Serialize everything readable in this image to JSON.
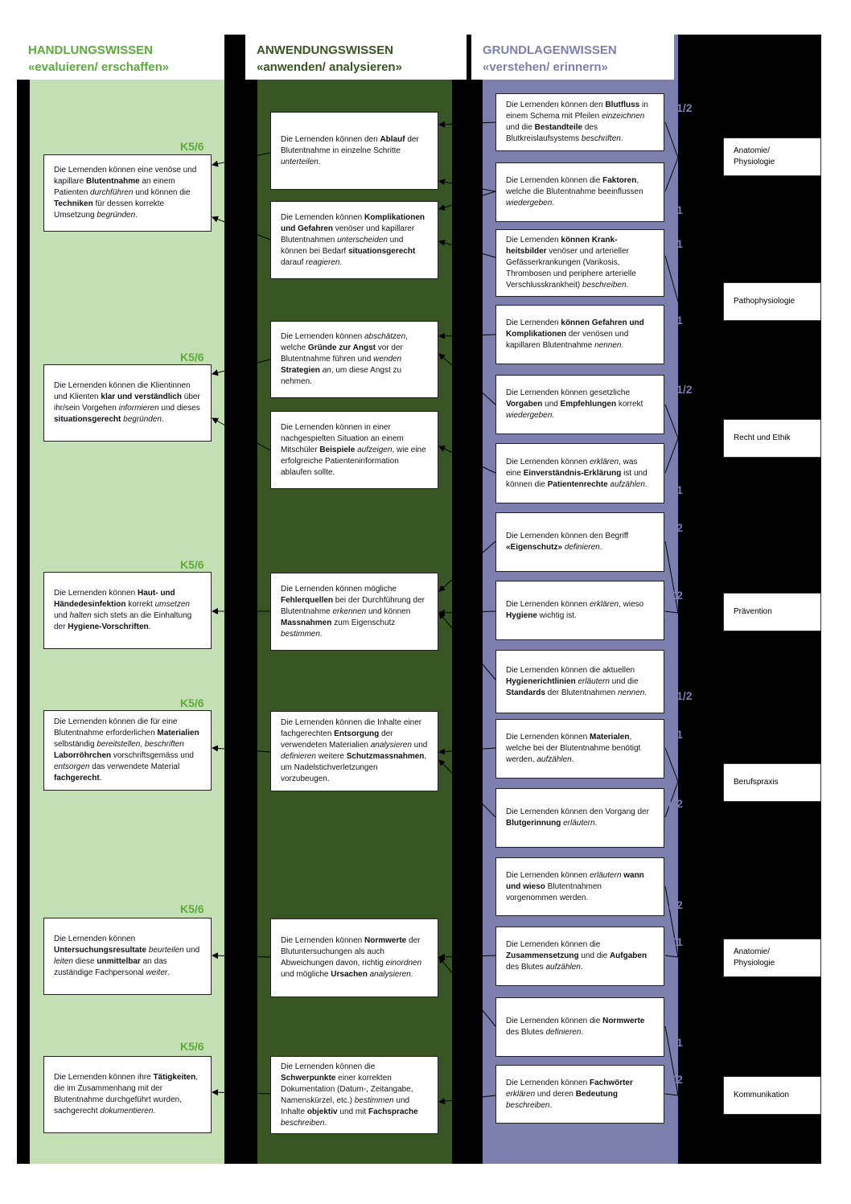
{
  "colors": {
    "handlung_bg": "#c5dfb4",
    "anwendung_bg": "#375623",
    "grundlagen_bg": "#7c7fae",
    "handlung_text": "#5aab3a",
    "anwendung_text": "#375623",
    "grundlagen_text": "#7c7fae"
  },
  "headers": {
    "handlung": {
      "title": "HANDLUNGSWISSEN",
      "subtitle": "«evaluieren/ erschaffen»"
    },
    "anwendung": {
      "title": "ANWENDUNGSWISSEN",
      "subtitle": "«anwenden/ analysieren»"
    },
    "grundlagen": {
      "title": "GRUNDLAGENWISSEN",
      "subtitle": "«verstehen/ erinnern»"
    }
  },
  "handlung": [
    {
      "k": "K5/6",
      "html": "Die Lernenden können eine venöse und kapillare <b>Blutentnahme</b> an einem Patienten <i>durchführen</i> und können die <b>Techniken</b> für dessen korrekte Umsetzung <i>begründen</i>."
    },
    {
      "k": "K5/6",
      "html": "Die Lernenden können die Klientinnen und Klienten <b>klar und verständlich</b> über ihr/sein Vorgehen <i>informieren</i> und dieses <b>situationsgerecht</b> <i>begründen</i>."
    },
    {
      "k": "K5/6",
      "html": "Die Lernenden können <b>Haut- und Händedesinfektion</b> korrekt <i>umsetzen</i> und <i>halten</i> sich stets an die Einhaltung der <b>Hygiene-Vorschriften</b>."
    },
    {
      "k": "K5/6",
      "html": "Die Lernenden können die für eine Blutentnahme erforderlichen <b>Materialien</b> selbständig <i>bereitstellen</i>, <i>beschriften</i> <b>Laborröhrchen</b> vorschriftsgemäss und <i>entsorgen</i> das verwendete Material <b>fachgerecht</b>."
    },
    {
      "k": "K5/6",
      "html": "Die Lernenden können <b>Untersuchungsresultate</b> <i>beurteilen</i> und <i>leiten</i> diese <b>unmittelbar</b> an das zuständige Fachpersonal <i>weiter</i>."
    },
    {
      "k": "K5/6",
      "html": "Die Lernenden können ihre <b>Tätigkeiten</b>, die im Zusammenhang mit der Blutentnahme durchgeführt wurden, sachgerecht <i>dokumentieren</i>."
    }
  ],
  "anwendung": [
    {
      "html": "Die Lernenden können den <b>Ablauf</b> der Blutentnahme in einzelne Schritte <i>unterteilen</i>."
    },
    {
      "html": "Die Lernenden können <b>Komplikationen und Gefahren</b> venöser und kapillarer Blutentnahmen <i>unterscheiden</i> und können bei Bedarf <b>situationsgerecht</b> darauf <i>reagieren</i>."
    },
    {
      "html": "Die Lernenden können <i>abschätzen</i>, welche <b>Gründe zur Angst</b> vor der Blutentnahme führen und <i>wenden</i> <b>Strategien</b> <i>an</i>, um diese Angst zu nehmen."
    },
    {
      "html": "Die Lernenden können in einer nachgespielten Situation an einem Mitschüler <b>Beispiele</b> <i>aufzeigen</i>, wie eine erfolgreiche Patienteninformation ablaufen sollte."
    },
    {
      "html": "Die Lernenden können mögliche <b>Fehlerquellen</b> bei der Durchführung der Blutentnahme <i>erkennen</i> und können <b>Massnahmen</b> zum Eigenschutz <i>bestimmen</i>."
    },
    {
      "html": "Die Lernenden können die Inhalte einer fachgerechten <b>Entsorgung</b> der verwendeten Materialien <i>analysieren</i> und <i>definieren</i> weitere <b>Schutzmassnahmen</b>, um Nadelstichverletzungen vorzubeugen."
    },
    {
      "html": "Die Lernenden können <b>Normwerte</b> der Blutuntersuchungen als auch Abweichungen davon, richtig <i>einordnen</i> und mögliche <b>Ursachen</b> <i>analysieren</i>."
    },
    {
      "html": "Die Lernenden können die <b>Schwerpunkte</b> einer korrekten Dokumentation (Datum-, Zeitangabe, Namenskürzel, etc.) <i>bestimmen</i> und Inhalte <b>objektiv</b> und mit <b>Fachsprache</b> <i>beschreiben</i>."
    }
  ],
  "grundlagen": [
    {
      "k": "K1/2",
      "html": "Die Lernenden können den <b>Blutfluss</b> in einem Schema mit Pfeilen <i>einzeichnen</i> und die <b>Bestandteile</b> des Blutkreislaufsystems <i>beschriften</i>."
    },
    {
      "k": "K1",
      "html": "Die Lernenden können die <b>Faktoren</b>, welche die Blutentnahme beeinflussen <i>wiedergeben</i>."
    },
    {
      "k": "K1",
      "html": "Die Lernenden <b>können Krank-heitsbilder</b> venöser und arterieller Gefässerkrankungen (Varikosis, Thrombosen und periphere arterielle Verschlusskrankheit) <i>beschreiben</i>."
    },
    {
      "k": "K1",
      "html": "Die Lernenden <b>können Gefahren und Komplikationen</b> der venösen und kapillaren Blutentnahme <i>nennen</i>."
    },
    {
      "k": "K1/2",
      "html": "Die Lernenden können gesetzliche <b>Vorgaben</b> und <b>Empfehlungen</b> korrekt <i>wiedergeben</i>."
    },
    {
      "k": "K1",
      "html": "Die Lernenden können <i>erklären</i>, was eine <b>Einverständnis-Erklärung</b> ist und können die <b>Patientenrechte</b> <i>aufzählen</i>."
    },
    {
      "k": "K2",
      "html": "Die Lernenden können den Begriff <b>«Eigenschutz»</b> <i>definieren</i>."
    },
    {
      "k": "K2",
      "html": "Die Lernenden können <i>erklären</i>, wieso <b>Hygiene</b> wichtig ist."
    },
    {
      "k": "K1/2",
      "html": "Die Lernenden können die aktuellen <b>Hygienerichtlinien</b> <i>erläutern</i> und die <b>Standards</b> der Blutentnahmen <i>nennen</i>."
    },
    {
      "k": "K1",
      "html": "Die Lernenden können <b>Materialen</b>, welche bei der Blutentnahme benötigt werden, <i>aufzählen</i>."
    },
    {
      "k": "K2",
      "html": "Die Lernenden können den Vorgang der <b>Blutgerinnung</b> <i>erläutern</i>."
    },
    {
      "k": "K2",
      "html": "Die Lernenden können <i>erläutern</i> <b>wann und wieso</b> Blutentnahmen vorgenommen werden."
    },
    {
      "k": "K1",
      "html": "Die Lernenden können die <b>Zusammensetzung</b> und die <b>Aufgaben</b> des Blutes <i>aufzählen</i>."
    },
    {
      "k": "K1",
      "html": "Die Lernenden können die <b>Normwerte</b> des Blutes <i>definieren</i>."
    },
    {
      "k": "K2",
      "html": "Die Lernenden können <b>Fachwörter</b> <i>erklären</i> und deren <b>Bedeutung</b> <i>beschreiben</i>."
    }
  ],
  "subjects": [
    "Anatomie/ Physiologie",
    "Pathophysiologie",
    "Recht und Ethik",
    "Prävention",
    "Berufspraxis",
    "Anatomie/ Physiologie",
    "Kommunikation"
  ]
}
